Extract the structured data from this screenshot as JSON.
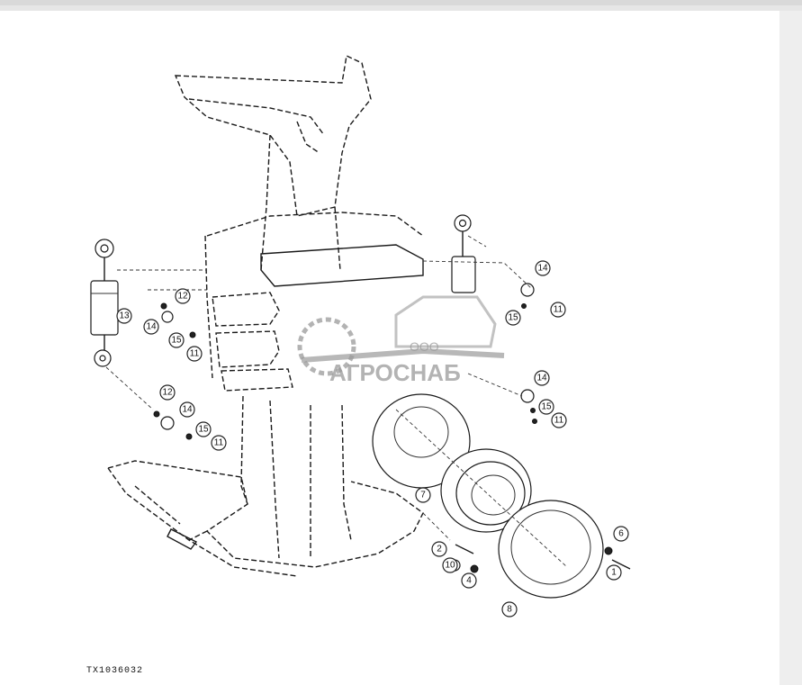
{
  "figure_code": "TX1036032",
  "watermark": {
    "company_type": "ООО",
    "company_name": "АГРОСНАБ",
    "logo": "gear-tractor-logo"
  },
  "callouts": [
    "1",
    "2",
    "4",
    "6",
    "7",
    "8",
    "10",
    "11",
    "11",
    "11",
    "11",
    "12",
    "12",
    "13",
    "14",
    "14",
    "14",
    "14",
    "15",
    "15",
    "15",
    "15"
  ]
}
